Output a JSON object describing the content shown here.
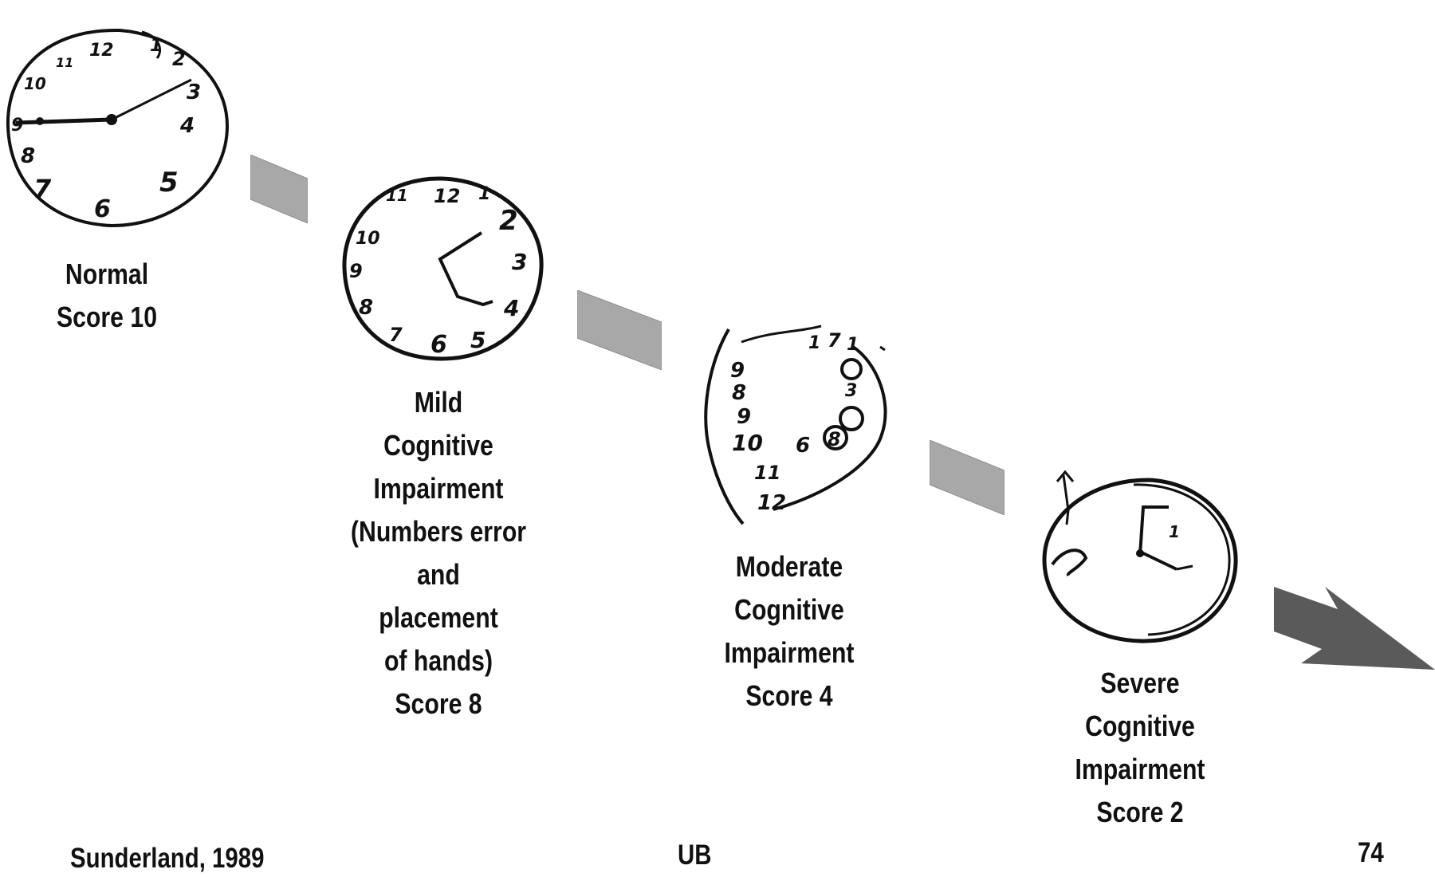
{
  "stages": [
    {
      "lines": [
        "Normal",
        "Score 10"
      ]
    },
    {
      "lines": [
        "Mild",
        "Cognitive",
        "Impairment",
        "(Numbers error",
        "and",
        "placement",
        "of hands)",
        "Score 8"
      ]
    },
    {
      "lines": [
        "Moderate",
        "Cognitive",
        "Impairment",
        "Score 4"
      ]
    },
    {
      "lines": [
        "Severe",
        "Cognitive",
        "Impairment",
        "Score 2"
      ]
    }
  ],
  "clocks": {
    "normal": [
      "12",
      "1",
      "2",
      "3",
      "4",
      "5",
      "6",
      "7",
      "8",
      "9",
      "10",
      "11"
    ],
    "mild": [
      "12",
      "1",
      "2",
      "3",
      "4",
      "5",
      "6",
      "7",
      "8",
      "9",
      "10",
      "11"
    ],
    "moderate": [
      "1",
      "7",
      "1",
      "3",
      "9",
      "8",
      "9",
      "10",
      "11",
      "12",
      "6",
      "8"
    ],
    "severe": [
      "1"
    ]
  },
  "footer": {
    "citation": "Sunderland, 1989",
    "center": "UB",
    "page": "74"
  },
  "colors": {
    "arrow_gray": "#a8a8a8",
    "arrow_dark": "#5a5a5a",
    "ink": "#111111"
  },
  "icons": [
    "hand-drawn-clock-icon",
    "progression-arrow-icon"
  ]
}
